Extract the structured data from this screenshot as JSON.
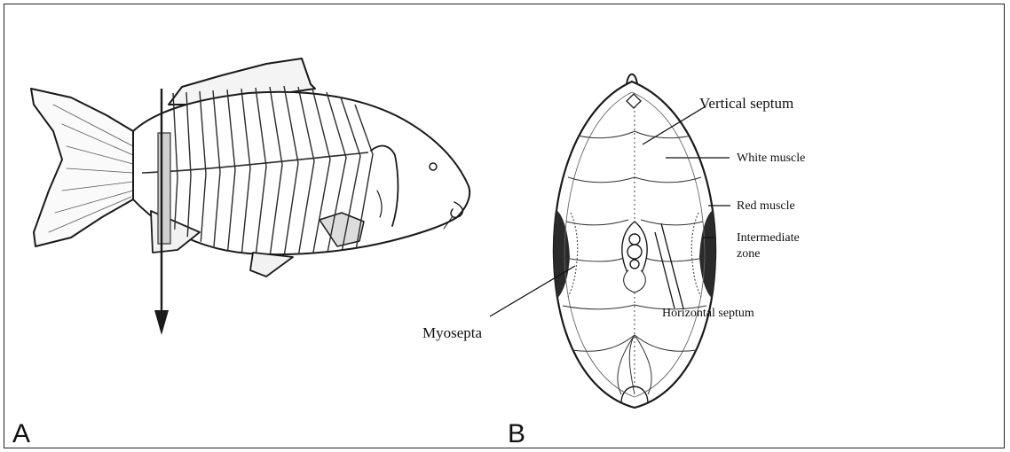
{
  "panels": [
    {
      "letter": "A"
    },
    {
      "letter": "B"
    }
  ],
  "labels": {
    "vertical_septum": "Vertical septum",
    "white_muscle": "White muscle",
    "red_muscle": "Red muscle",
    "intermediate_zone_1": "Intermediate",
    "intermediate_zone_2": "zone",
    "horizontal_septum": "Horizontal septum",
    "myosepta": "Myosepta"
  },
  "icons": {
    "fish": "fish-drawing-icon",
    "cross_section": "fish-cross-section-icon",
    "arrow": "down-arrow-icon"
  },
  "colors": {
    "line": "#1a1a1a",
    "shade": "#3a3a3a",
    "background": "#ffffff"
  }
}
